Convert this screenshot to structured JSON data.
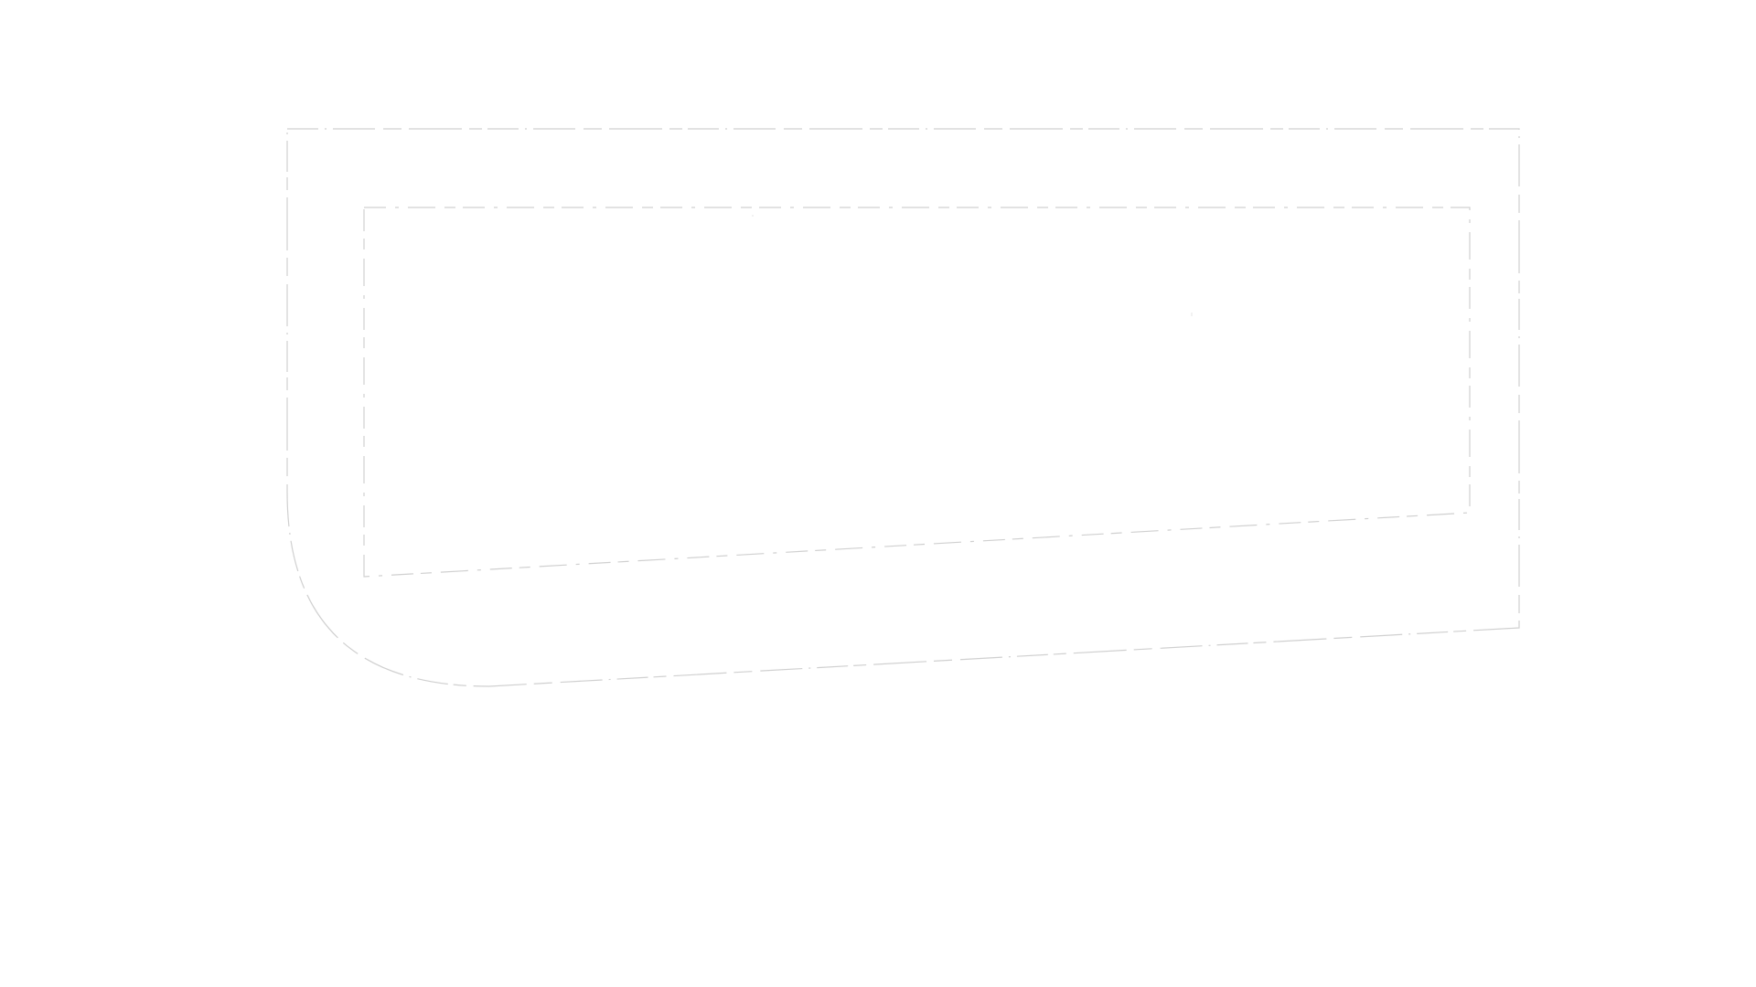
{
  "canvas": {
    "background_color": "#ffffff",
    "stroke_color": "#d0d0d0"
  },
  "drawing": {
    "outer_outline": {
      "shape": "rounded-left-bottom panel",
      "line_style": "dash-dot"
    },
    "inner_outline": {
      "shape": "trapezoid panel",
      "line_style": "dash-dot"
    }
  }
}
